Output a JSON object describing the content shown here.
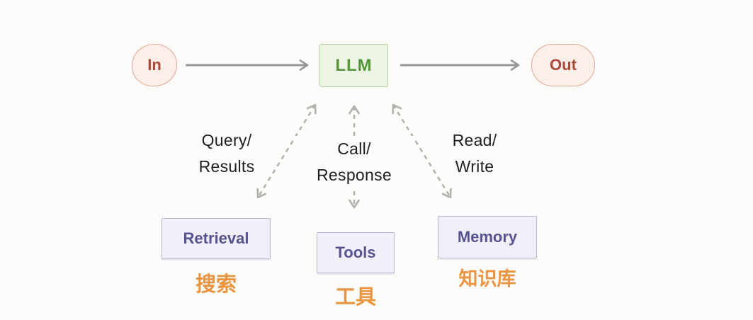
{
  "diagram": {
    "title_semantic": "LLM agent architecture diagram",
    "nodes": {
      "in": {
        "label": "In"
      },
      "llm": {
        "label": "LLM"
      },
      "out": {
        "label": "Out"
      },
      "retrieval": {
        "label": "Retrieval",
        "caption": "搜索"
      },
      "tools": {
        "label": "Tools",
        "caption": "工具"
      },
      "memory": {
        "label": "Memory",
        "caption": "知识库"
      }
    },
    "edge_labels": {
      "query_results": {
        "line1": "Query/",
        "line2": "Results"
      },
      "call_response": {
        "line1": "Call/",
        "line2": "Response"
      },
      "read_write": {
        "line1": "Read/",
        "line2": "Write"
      }
    }
  },
  "colors": {
    "bg": "#fdfcfa",
    "pink_fill": "#fcefe9",
    "pink_border": "#e4a692",
    "red_text": "#a8493a",
    "green_fill": "#ecf5e3",
    "green_border": "#b4cf9f",
    "green_text": "#57953c",
    "lavender_fill": "#f1f0fa",
    "lavender_border": "#b7b5cf",
    "purple_text": "#575290",
    "orange_text": "#eb9440",
    "label_text": "#1e1e1c",
    "solid_arrow": "#979797",
    "dashed_arrow": "#b2b0ab"
  }
}
